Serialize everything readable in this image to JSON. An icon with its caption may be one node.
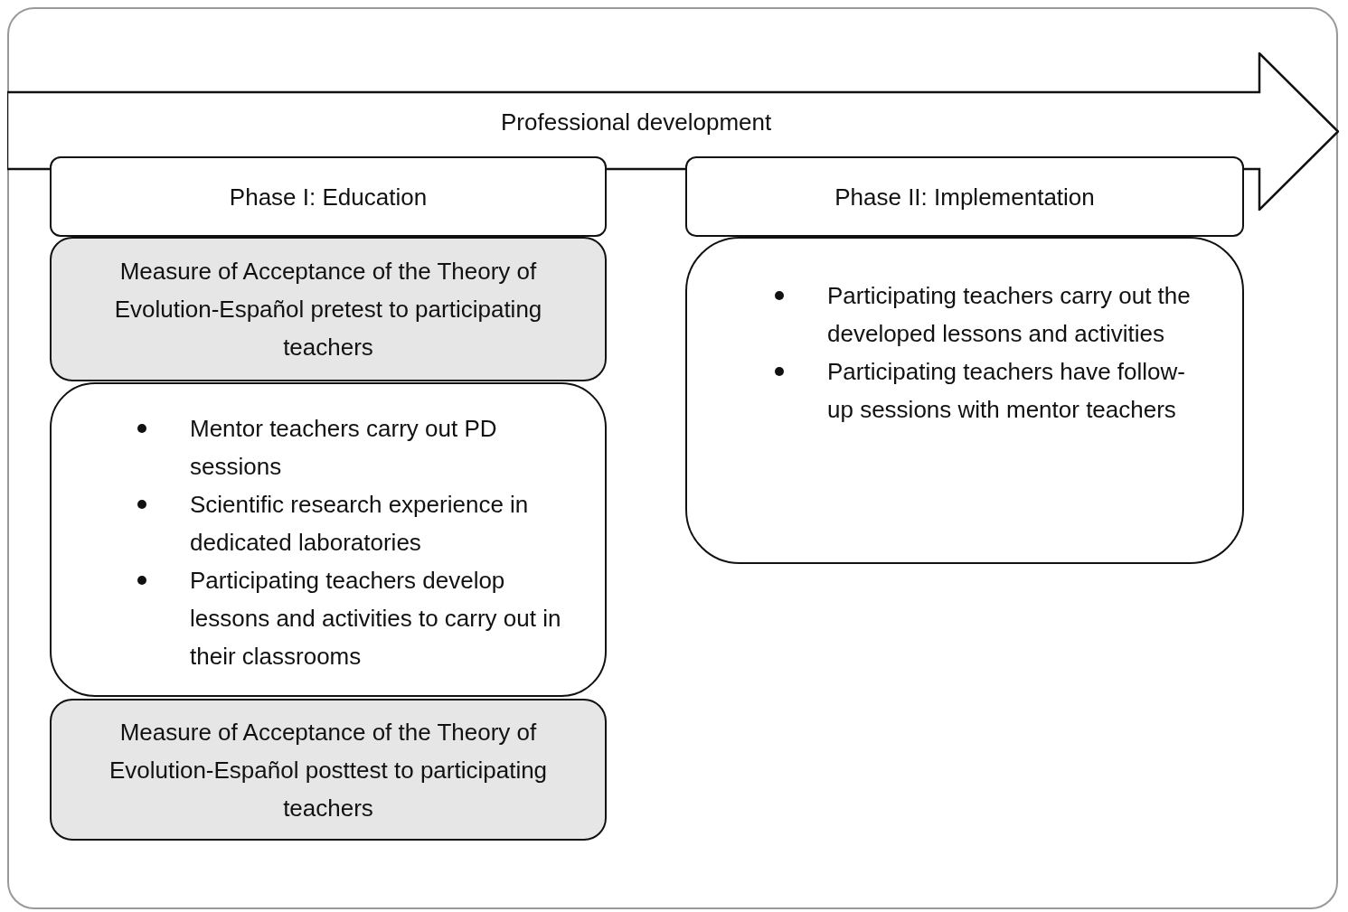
{
  "diagram": {
    "nodes": [
      {
        "text": [
          "Professional development"
        ]
      },
      {
        "text": [
          "Phase I: Education"
        ]
      },
      {
        "text": [
          "Measure of Acceptance of the Theory of Evolution-Español pretest to participating teachers"
        ]
      },
      {
        "text": [
          "Mentor teachers carry out PD sessions",
          "Scientific research experience in dedicated laboratories",
          "Participating teachers develop lessons and activities to carry out in their classrooms"
        ]
      },
      {
        "text": [
          "Measure of Acceptance of the Theory of Evolution-Español posttest to participating teachers"
        ]
      },
      {
        "text": [
          "Phase II: Implementation"
        ]
      },
      {
        "text": [
          "Participating teachers carry out the developed lessons and activities",
          "Participating teachers have follow-up sessions with mentor teachers"
        ]
      }
    ]
  }
}
